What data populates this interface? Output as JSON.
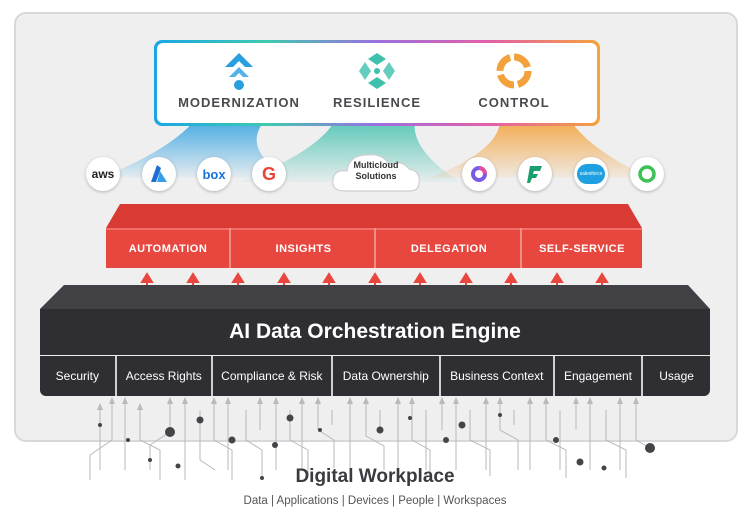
{
  "pillars": [
    {
      "label": "MODERNIZATION",
      "icon": "modernization-icon",
      "color": "#2a9fe0"
    },
    {
      "label": "RESILIENCE",
      "icon": "resilience-icon",
      "color": "#3fc0ad"
    },
    {
      "label": "CONTROL",
      "icon": "control-icon",
      "color": "#f3a13a"
    }
  ],
  "providers": [
    {
      "text": "aws",
      "icon": "aws-logo-icon"
    },
    {
      "text": "",
      "icon": "azure-logo-icon"
    },
    {
      "text": "box",
      "icon": "box-logo-icon"
    },
    {
      "text": "G",
      "icon": "google-logo-icon"
    },
    {
      "text": "",
      "icon": "copilot-logo-icon"
    },
    {
      "text": "",
      "icon": "fabric-logo-icon"
    },
    {
      "text": "salesforce",
      "icon": "salesforce-logo-icon"
    },
    {
      "text": "",
      "icon": "green-ring-logo-icon"
    }
  ],
  "cloud": {
    "line1": "Multicloud",
    "line2": "Solutions"
  },
  "capabilities": [
    "AUTOMATION",
    "INSIGHTS",
    "DELEGATION",
    "SELF-SERVICE"
  ],
  "engine": {
    "title": "AI Data Orchestration Engine"
  },
  "tabs": [
    "Security",
    "Access Rights",
    "Compliance & Risk",
    "Data Ownership",
    "Business Context",
    "Engagement",
    "Usage"
  ],
  "workplace": {
    "title": "Digital Workplace",
    "subtitle": "Data | Applications | Devices | People | Workspaces"
  },
  "colors": {
    "red": "#e8473f",
    "dark": "#2e2e33",
    "blue": "#2a9fe0",
    "teal": "#3fc0ad",
    "orange": "#f3a13a"
  }
}
